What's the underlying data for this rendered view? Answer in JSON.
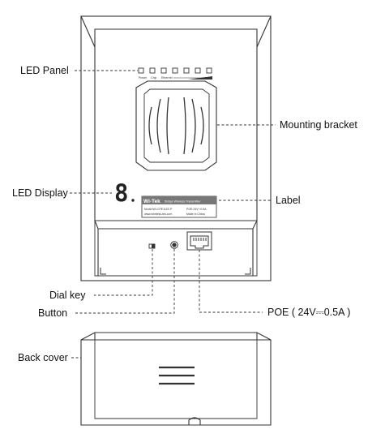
{
  "callouts": {
    "led_panel": "LED Panel",
    "mounting_bracket": "Mounting bracket",
    "led_display": "LED Display",
    "label": "Label",
    "dial_key": "Dial key",
    "button": "Button",
    "poe": "POE ( 24V⎓0.5A )",
    "back_cover": "Back cover"
  },
  "device": {
    "display_digit": "8",
    "label_brand": "Wi-Tek",
    "label_title": "5Gbps Wireless Transmitter",
    "label_line1_left": "Model:WI-CPE111E-P",
    "label_line1_right": "POE:24V⎓0.5A",
    "label_line2_left": "www.wireless-tek.com",
    "label_line2_right": "Made in China",
    "led_labels": [
      "Power",
      "Chip",
      "Ethernet"
    ]
  },
  "colors": {
    "line": "#333333",
    "label_bg": "#777777",
    "brand_accent": "#f2b100"
  }
}
